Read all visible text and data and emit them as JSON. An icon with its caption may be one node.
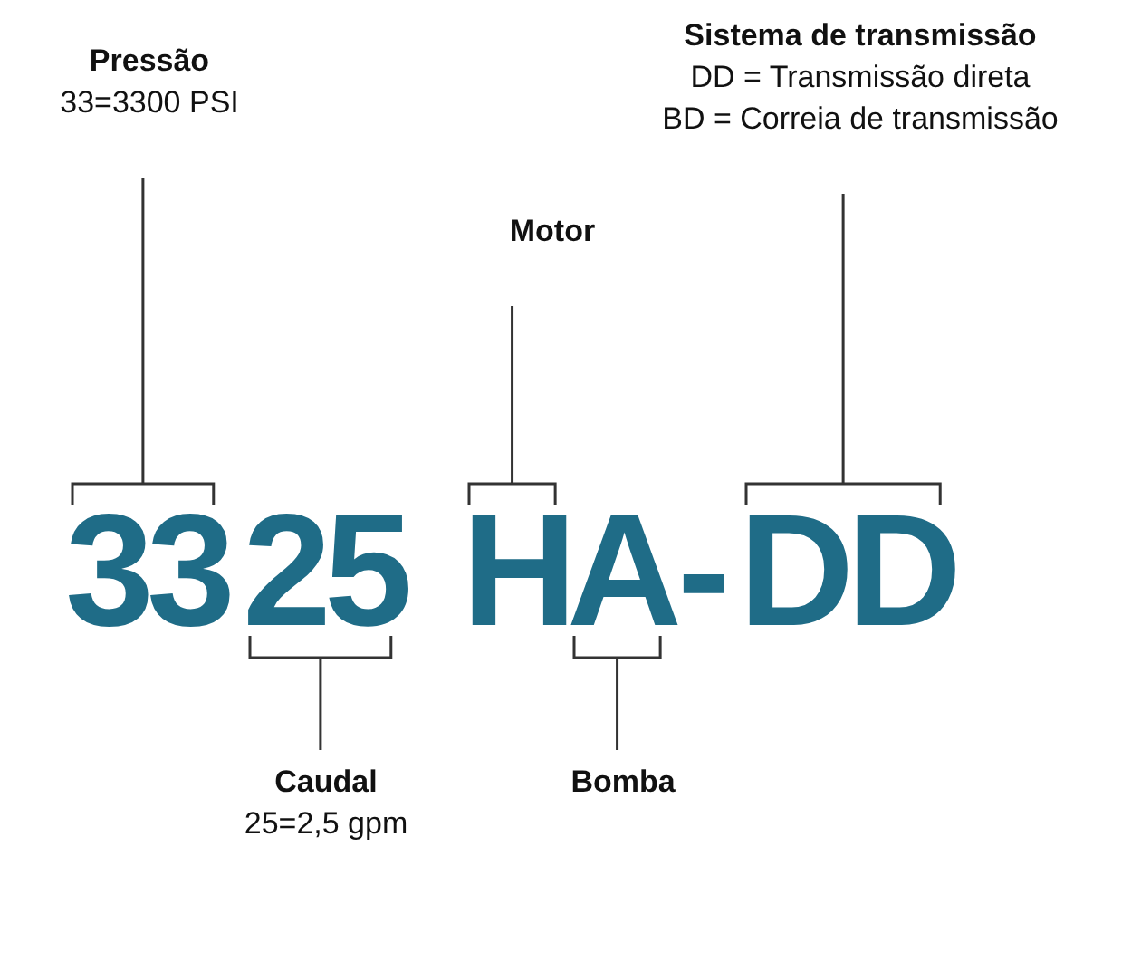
{
  "diagram": {
    "nodes": [
      {
        "text": [
          "Pressão",
          "33=3300 PSI"
        ]
      },
      {
        "text": [
          "Sistema de transmissão",
          "DD = Transmissão direta",
          "BD = Correia de transmissão"
        ]
      },
      {
        "text": [
          "Motor"
        ]
      },
      {
        "text": [
          "Caudal",
          "25=2,5 gpm"
        ]
      },
      {
        "text": [
          "Bomba"
        ]
      },
      {
        "text": [
          "33"
        ]
      },
      {
        "text": [
          "25"
        ]
      },
      {
        "text": [
          "H"
        ]
      },
      {
        "text": [
          "A"
        ]
      },
      {
        "text": [
          "DD"
        ]
      }
    ],
    "edges": [
      {
        "from": 0,
        "to": 5,
        "arrow": "none"
      },
      {
        "from": 1,
        "to": 9,
        "arrow": "none"
      },
      {
        "from": 2,
        "to": 7,
        "arrow": "none"
      },
      {
        "from": 3,
        "to": 6,
        "arrow": "none"
      },
      {
        "from": 4,
        "to": 8,
        "arrow": "none"
      }
    ],
    "labels": [
      "-"
    ]
  }
}
